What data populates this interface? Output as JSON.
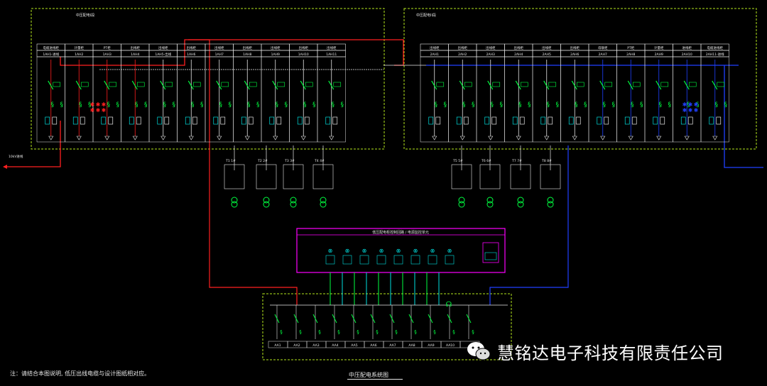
{
  "panel_labels": {
    "left_group": "中压配电I段",
    "right_group": "中压配电II段"
  },
  "left_panel": {
    "cabinet_headers": [
      "电缆进线柜",
      "计量柜",
      "PT柜",
      "出线柜",
      "出线柜",
      "出线柜",
      "出线柜",
      "出线柜",
      "出线柜",
      "出线柜",
      "出线柜"
    ],
    "cabinet_ids": [
      "1AH1-进线",
      "1AH2",
      "1AH3",
      "1AH4",
      "1AH5-出线",
      "1AH6",
      "1AH7",
      "1AH8",
      "1AH9",
      "1AH10",
      "1AH11"
    ]
  },
  "right_panel": {
    "cabinet_headers": [
      "出线柜",
      "出线柜",
      "出线柜",
      "出线柜",
      "出线柜",
      "出线柜",
      "母联柜",
      "PT柜",
      "计量柜",
      "进线柜",
      "电缆进线柜"
    ],
    "cabinet_ids": [
      "2AH1",
      "2AH2",
      "2AH3",
      "2AH4",
      "2AH5",
      "2AH6",
      "2AH7",
      "2AH8",
      "2AH9",
      "2AH10",
      "2AH11-进线"
    ]
  },
  "incoming_label": "10kV进线",
  "left_transformers": [
    "T1 1#",
    "T2 2#",
    "T3 3#",
    "T4 4#"
  ],
  "right_transformers": [
    "T5 5#",
    "T6 6#",
    "T7 7#",
    "T8 8#"
  ],
  "magenta_box_title": "低压配电柜控制回路 / 电源监控单元",
  "bottom_bus_ids": [
    "AA1",
    "AA2",
    "AA3",
    "AA4",
    "AA5",
    "AA6",
    "AA7",
    "AA8",
    "AA9",
    "AA10"
  ],
  "note": "注：请结合本图说明, 低压出线电缆与设计图纸相对应。",
  "drawing_title": "中压配电系统图",
  "watermark": "慧铭达电子科技有限责任公司",
  "colors": {
    "background": "#000000",
    "frame_green": "#b5e61d",
    "bus_red": "#ff2020",
    "bus_blue": "#2040ff",
    "breaker_green": "#00ff40",
    "cyan": "#00e0e0",
    "magenta": "#ff00ff",
    "white": "#e8e8e8"
  }
}
